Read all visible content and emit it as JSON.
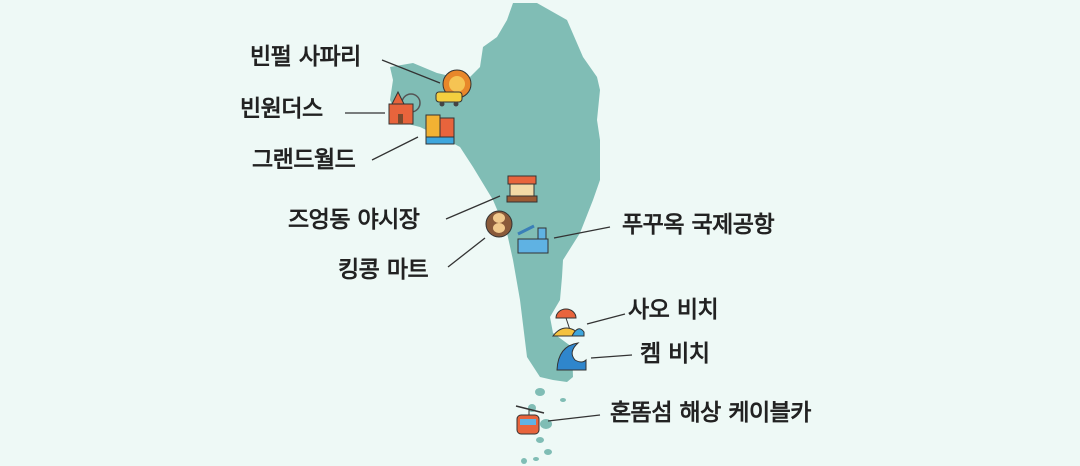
{
  "map": {
    "colors": {
      "background": "#eef9f6",
      "island": "#80bdb5",
      "text": "#222222",
      "leader": "#333333"
    },
    "places": [
      {
        "label": "빈펄 사파리",
        "icon": "lion-safari-icon"
      },
      {
        "label": "빈원더스",
        "icon": "castle-ferris-wheel-icon"
      },
      {
        "label": "그랜드월드",
        "icon": "venice-buildings-icon"
      },
      {
        "label": "즈엉동 야시장",
        "icon": "market-stall-icon"
      },
      {
        "label": "킹콩 마트",
        "icon": "gorilla-icon"
      },
      {
        "label": "푸꾸옥 국제공항",
        "icon": "airport-icon"
      },
      {
        "label": "사오 비치",
        "icon": "beach-umbrella-icon"
      },
      {
        "label": "켐 비치",
        "icon": "wave-icon"
      },
      {
        "label": "혼똠섬 해상 케이블카",
        "icon": "cable-car-icon"
      }
    ]
  }
}
